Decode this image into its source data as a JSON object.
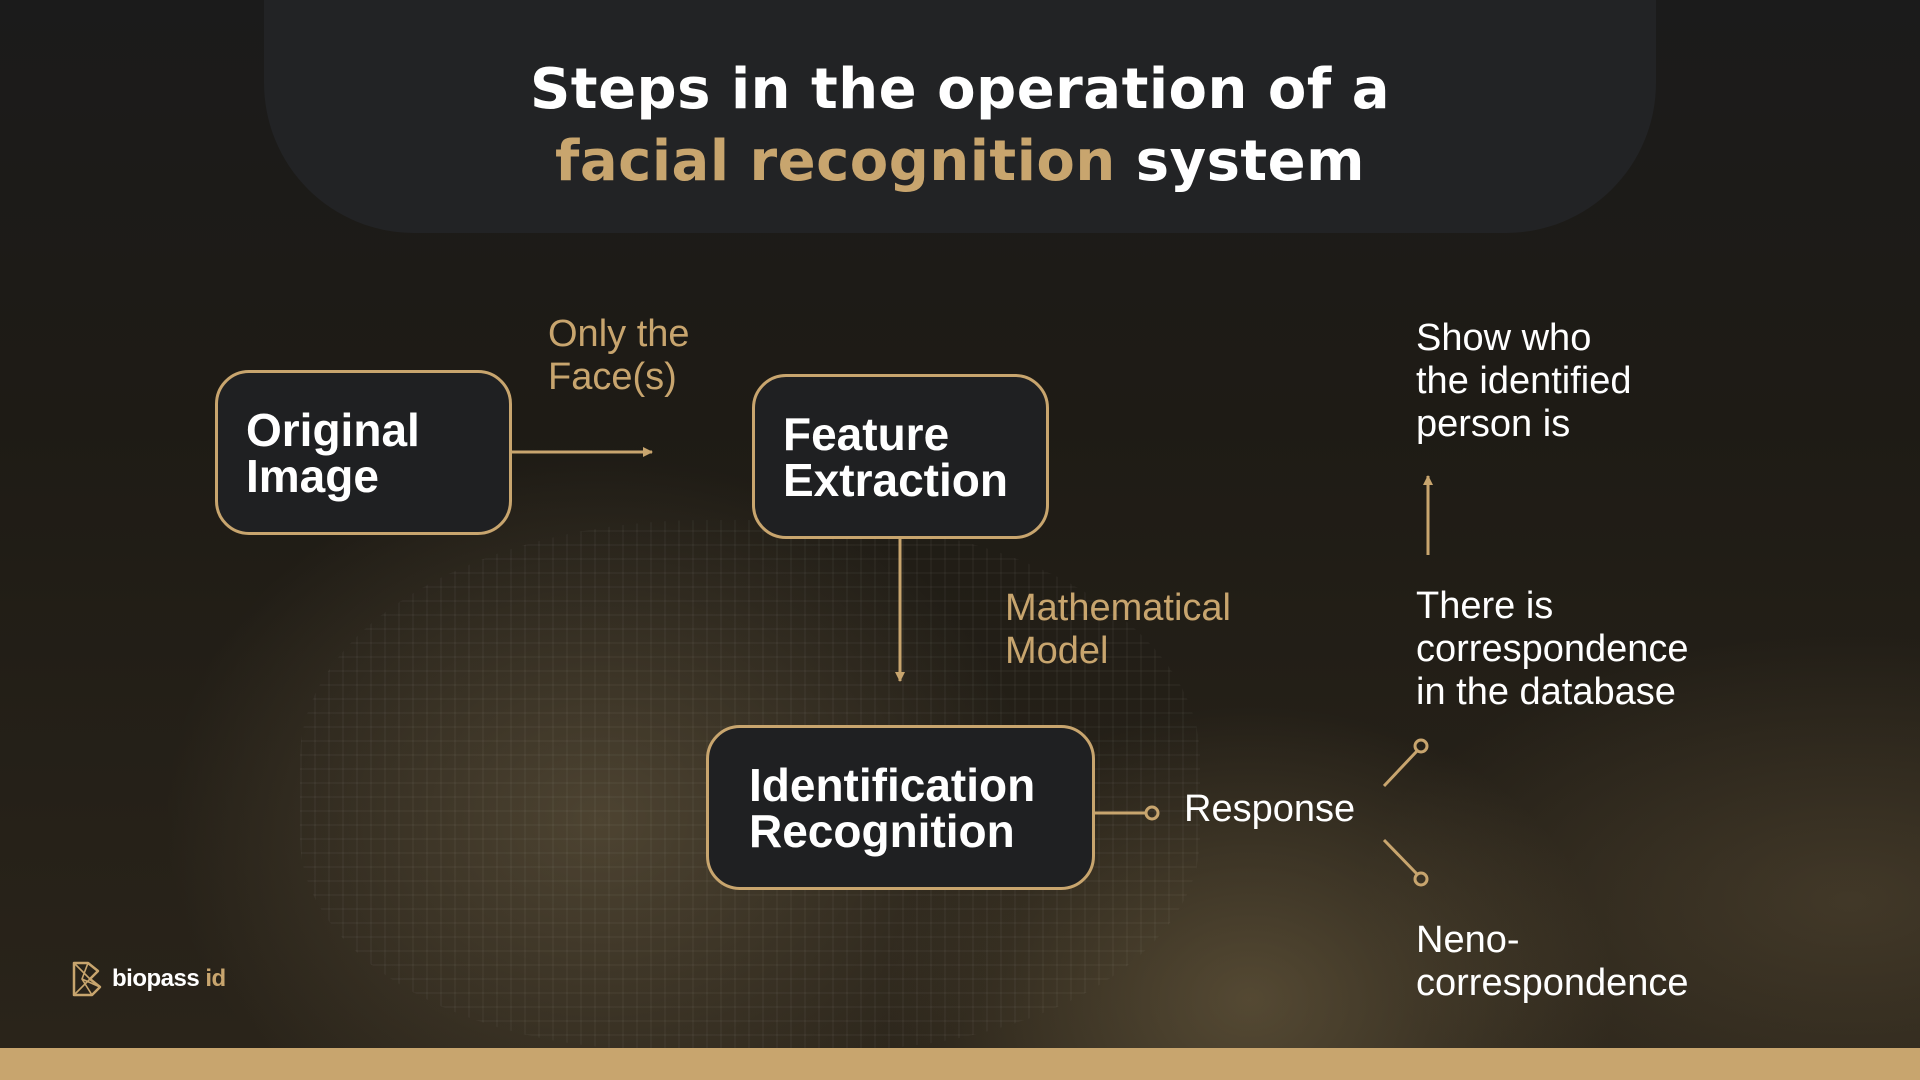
{
  "title": {
    "line1": "Steps in the operation of a",
    "line2_accent": "facial recognition",
    "line2_rest": "system"
  },
  "boxes": {
    "original": [
      "Original",
      "Image"
    ],
    "feature": [
      "Feature",
      "Extraction"
    ],
    "identification": [
      "Identification",
      "Recognition"
    ]
  },
  "labels": {
    "only_face": [
      "Only the",
      "Face(s)"
    ],
    "math_model": [
      "Mathematical",
      "Model"
    ],
    "response": "Response",
    "show_who": [
      "Show who",
      "the identified",
      "person is"
    ],
    "correspondence": [
      "There is",
      "correspondence",
      "in the database"
    ],
    "no_correspondence": [
      "Neno-",
      "correspondence"
    ]
  },
  "logo": {
    "name": "biopass",
    "suffix": "id",
    "icon": "biopass-logo-icon"
  },
  "colors": {
    "accent": "#c8a56e",
    "panel": "#222325",
    "box_fill": "#1f2022",
    "text": "#ffffff"
  }
}
